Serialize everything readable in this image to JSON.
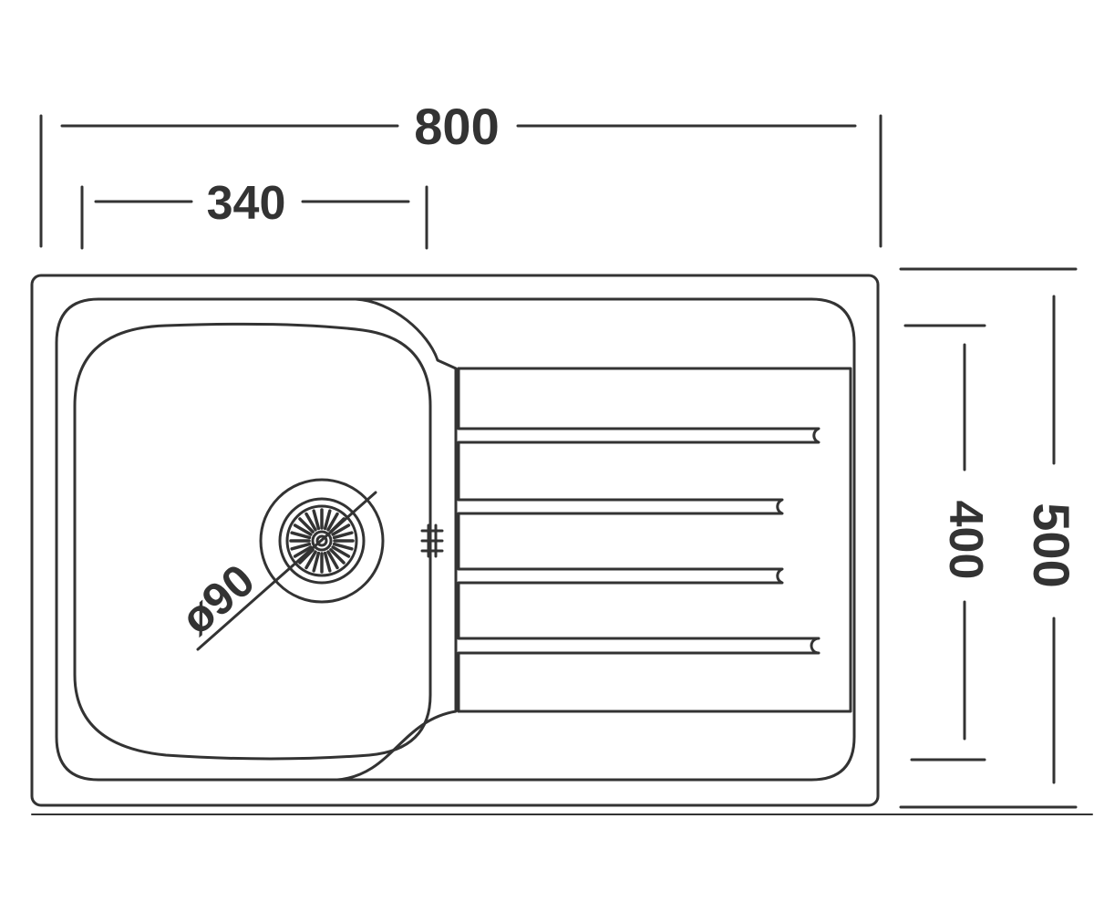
{
  "dimensions": {
    "overall_width": "800",
    "bowl_width": "340",
    "overall_depth": "500",
    "bowl_depth": "400",
    "drain_diameter": "ø90"
  },
  "colors": {
    "line": "#333333",
    "background": "#ffffff"
  }
}
